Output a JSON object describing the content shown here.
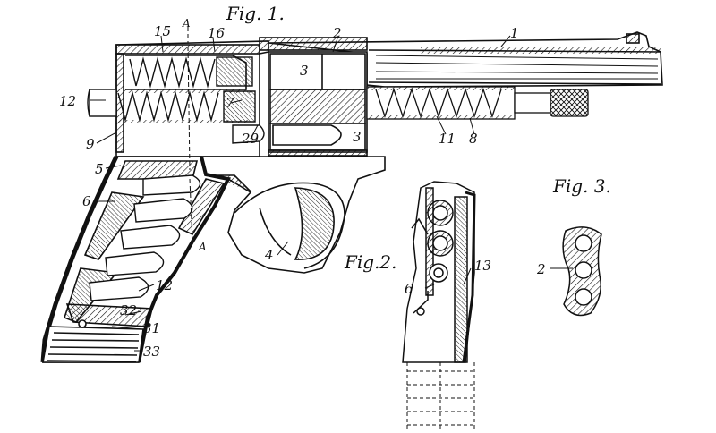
{
  "colors": {
    "ink": "#111111",
    "paper": "#ffffff"
  },
  "figures": {
    "fig1": "Fig. 1.",
    "fig2": "Fig.2.",
    "fig3": "Fig. 3."
  },
  "section_marks": {
    "top": "A",
    "bottom": "A"
  },
  "callouts": {
    "c1": "1",
    "c2": "2",
    "c3a": "3",
    "c3b": "3",
    "c4": "4",
    "c5": "5",
    "c6": "6",
    "c7": "7",
    "c8": "8",
    "c9": "9",
    "c11": "11",
    "c12a": "12",
    "c12b": "12",
    "c15": "15",
    "c16": "16",
    "c29": "29",
    "c31": "31",
    "c32": "32",
    "c33": "33",
    "f2_6": "6",
    "f2_13": "13",
    "f3_2": "2"
  }
}
